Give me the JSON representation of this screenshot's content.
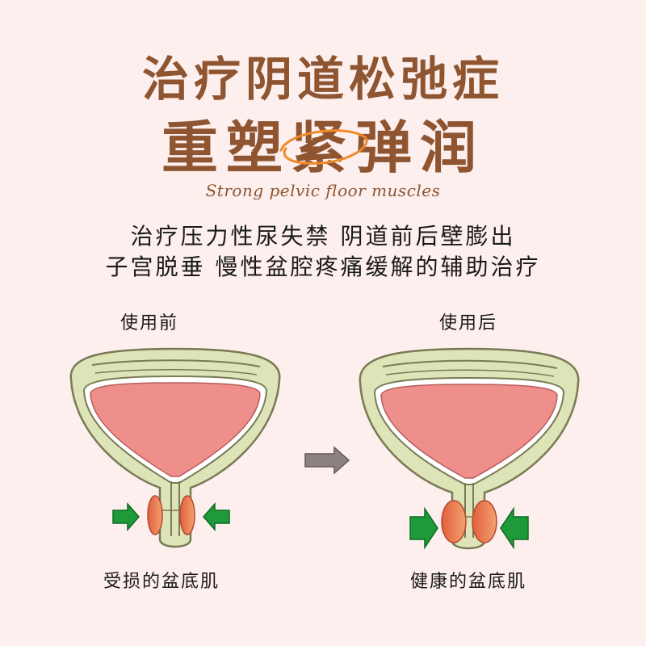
{
  "heading": {
    "line1": "治疗阴道松弛症",
    "line2": "重塑紧弹润",
    "subtitle_en": "Strong pelvic floor muscles"
  },
  "description": {
    "line1": "治疗压力性尿失禁 阴道前后壁膨出",
    "line2": "子宫脱垂 慢性盆腔疼痛缓解的辅助治疗"
  },
  "comparison": {
    "before": {
      "label": "使用前",
      "caption": "受损的盆底肌"
    },
    "after": {
      "label": "使用后",
      "caption": "健康的盆底肌"
    }
  },
  "colors": {
    "title": "#8e5530",
    "background": "#fcefee",
    "tissue": "#dde4b8",
    "bladder": "#ef8f8c",
    "muscle": "#e8724e",
    "arrow_green": "#1f9a3a",
    "arrow_gray": "#8c8282"
  },
  "icons": [
    "swirl-ring-icon",
    "right-arrow-icon",
    "left-arrow-icon",
    "transition-arrow-icon"
  ]
}
